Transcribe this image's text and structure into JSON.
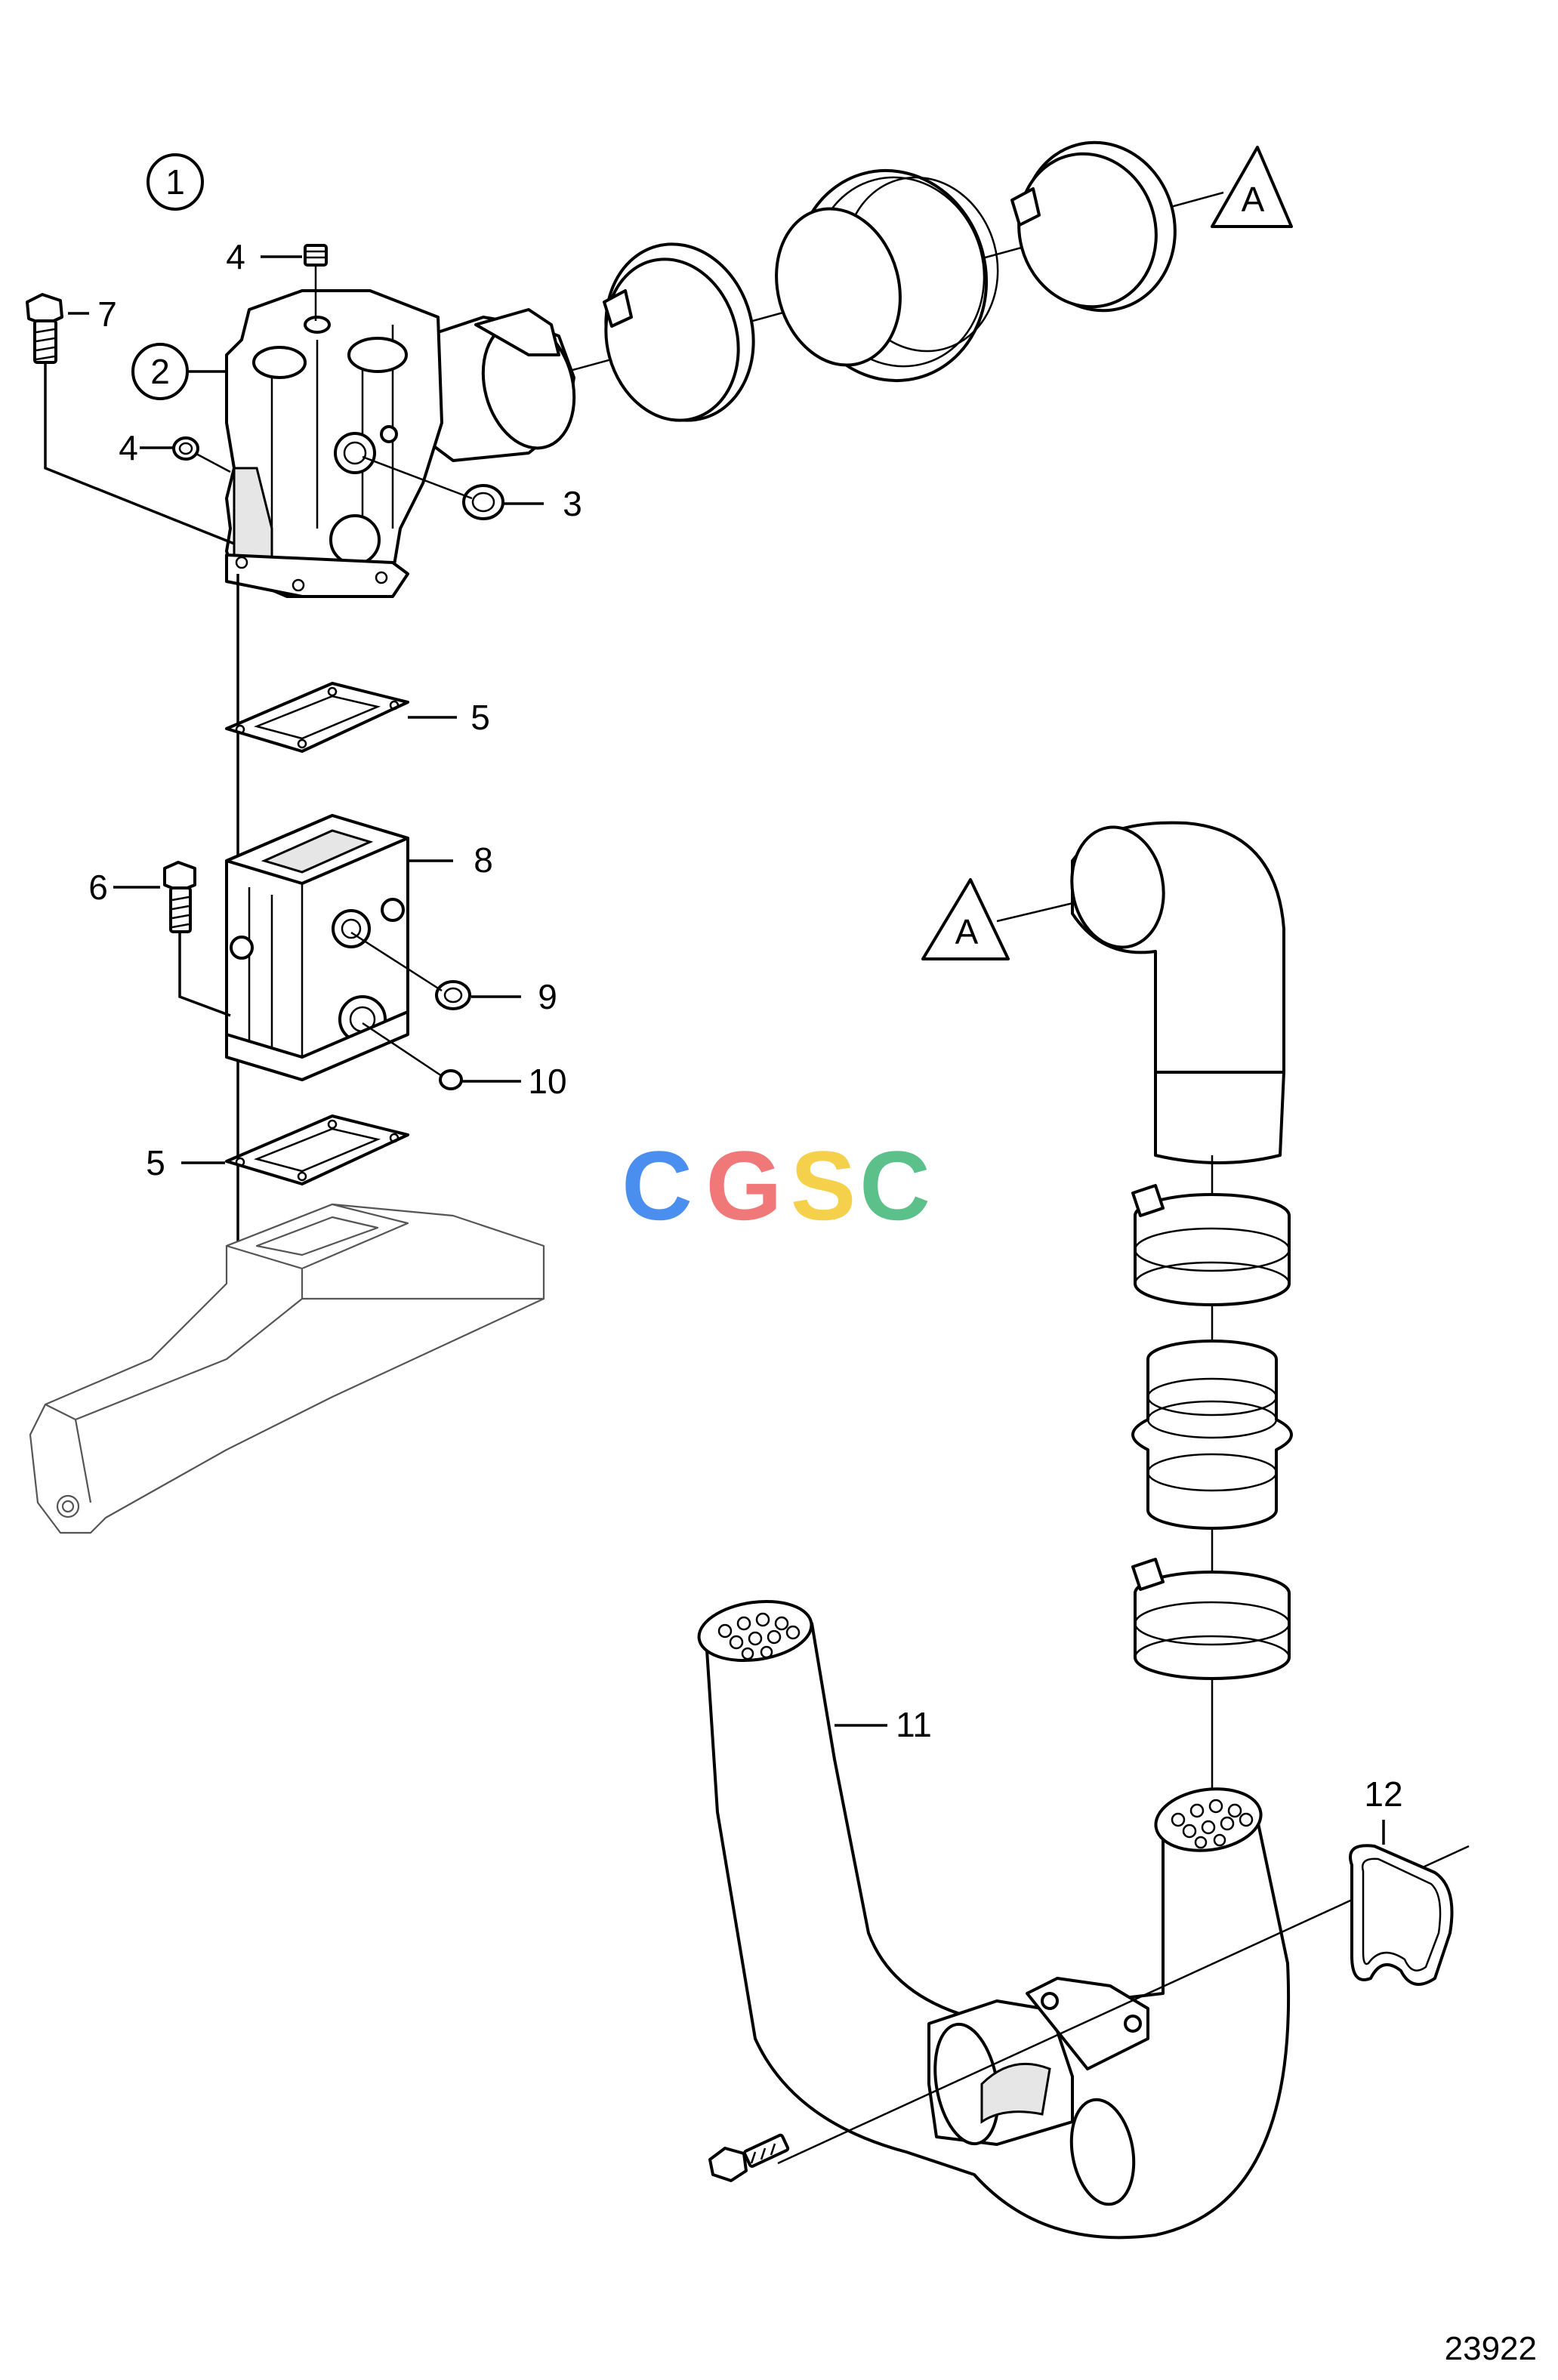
{
  "diagram": {
    "reference_number": "23922",
    "watermark": {
      "text": "CGSC",
      "letters": [
        "C",
        "G",
        "S",
        "C"
      ],
      "colors": [
        "#4a8ff0",
        "#f07878",
        "#f5d04a",
        "#5cc08a"
      ]
    },
    "callouts": {
      "c1": "1",
      "c2": "2",
      "c3": "3",
      "c4_top": "4",
      "c4_left": "4",
      "c5_upper": "5",
      "c5_lower": "5",
      "c6": "6",
      "c7": "7",
      "c8": "8",
      "c9": "9",
      "c10": "10",
      "c11": "11",
      "c12": "12"
    },
    "connectors": {
      "a_upper": "A",
      "a_lower": "A"
    }
  }
}
